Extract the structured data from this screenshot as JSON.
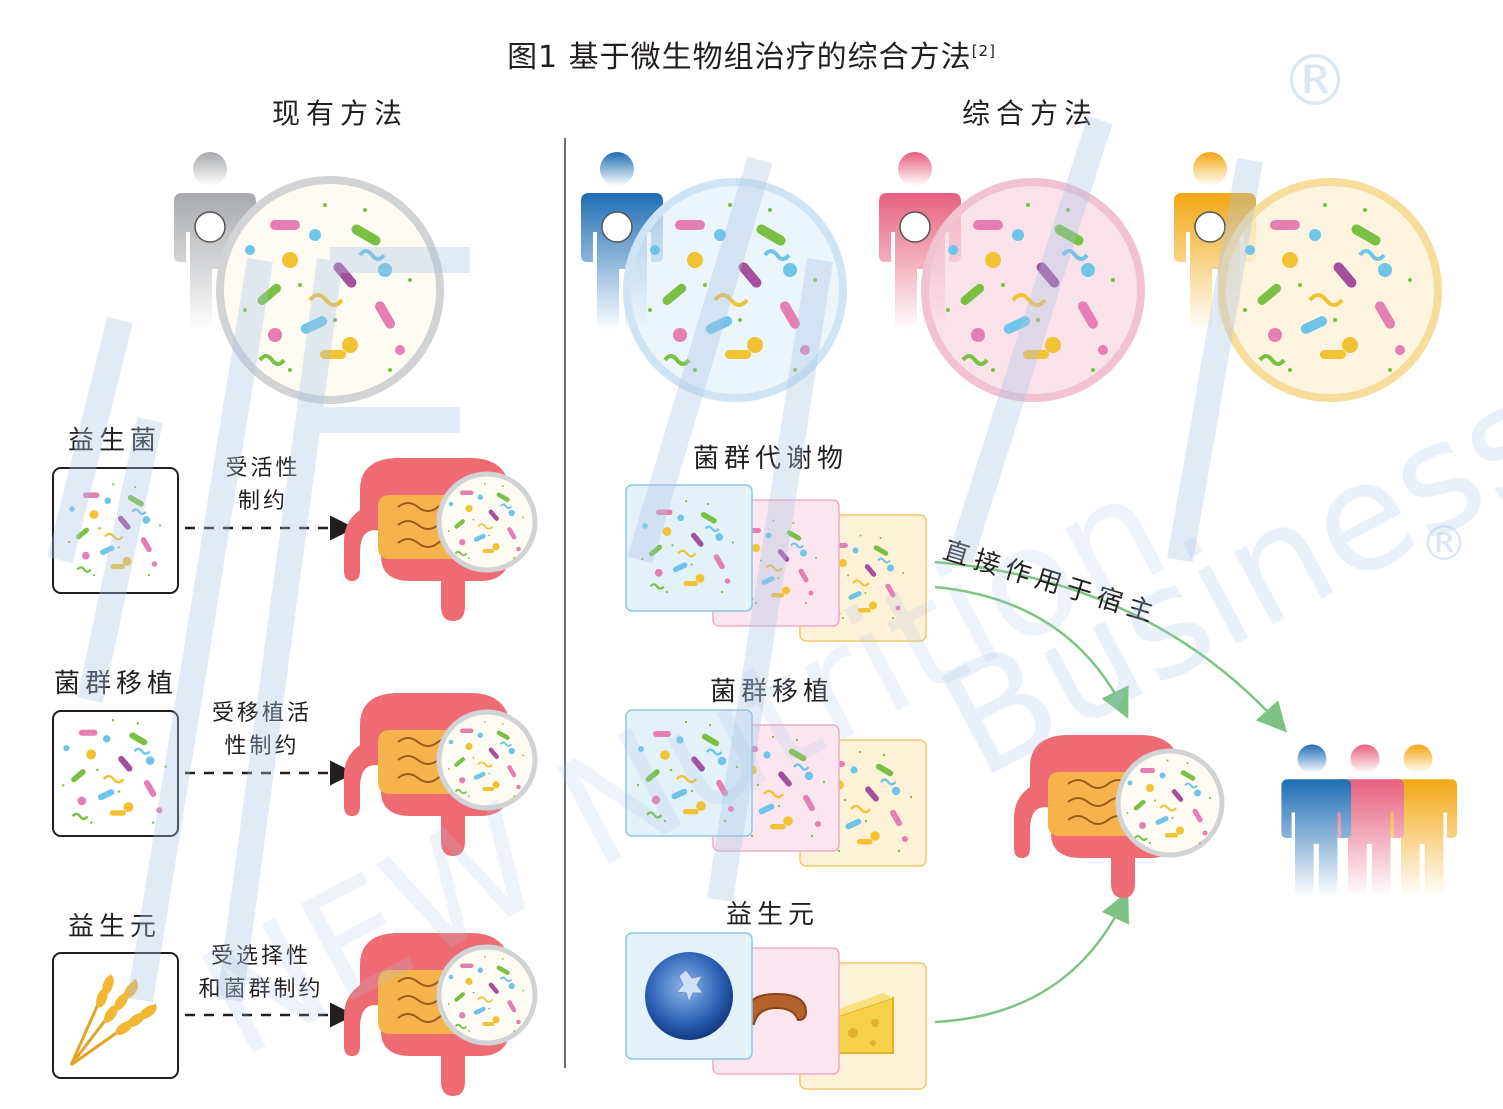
{
  "figure": {
    "title": "图1  基于微生物组治疗的综合方法",
    "citation": "[2]"
  },
  "left": {
    "heading": "现有方法",
    "rows": [
      {
        "label": "益生菌",
        "constraint_line1": "受活性",
        "constraint_line2": "制约"
      },
      {
        "label": "菌群移植",
        "constraint_line1": "受移植活",
        "constraint_line2": "性制约"
      },
      {
        "label": "益生元",
        "constraint_line1": "受选择性",
        "constraint_line2": "和菌群制约"
      }
    ]
  },
  "right": {
    "heading": "综合方法",
    "person_colors": [
      "#1f6db4",
      "#e6607e",
      "#f3a712"
    ],
    "groups": [
      {
        "label": "菌群代谢物"
      },
      {
        "label": "菌群移植"
      },
      {
        "label": "益生元"
      }
    ],
    "direct_action": "直接作用于宿主"
  },
  "colors": {
    "grey_person": "#a7a9ac",
    "arrow_green": "#7dc383",
    "card_blue": "#e3f1fb",
    "card_pink": "#fbe6ef",
    "card_yellow": "#fdf1d8",
    "watermark": "#a9c4e2"
  },
  "icons": [
    "person-icon",
    "bacteria-circle-icon",
    "intestine-icon",
    "wheat-icon",
    "blueberry-icon",
    "sausage-icon",
    "cheese-icon",
    "stomach-icon"
  ],
  "watermark": {
    "brand": "Business",
    "sub": "NEW Nutrition",
    "mark": "®"
  }
}
